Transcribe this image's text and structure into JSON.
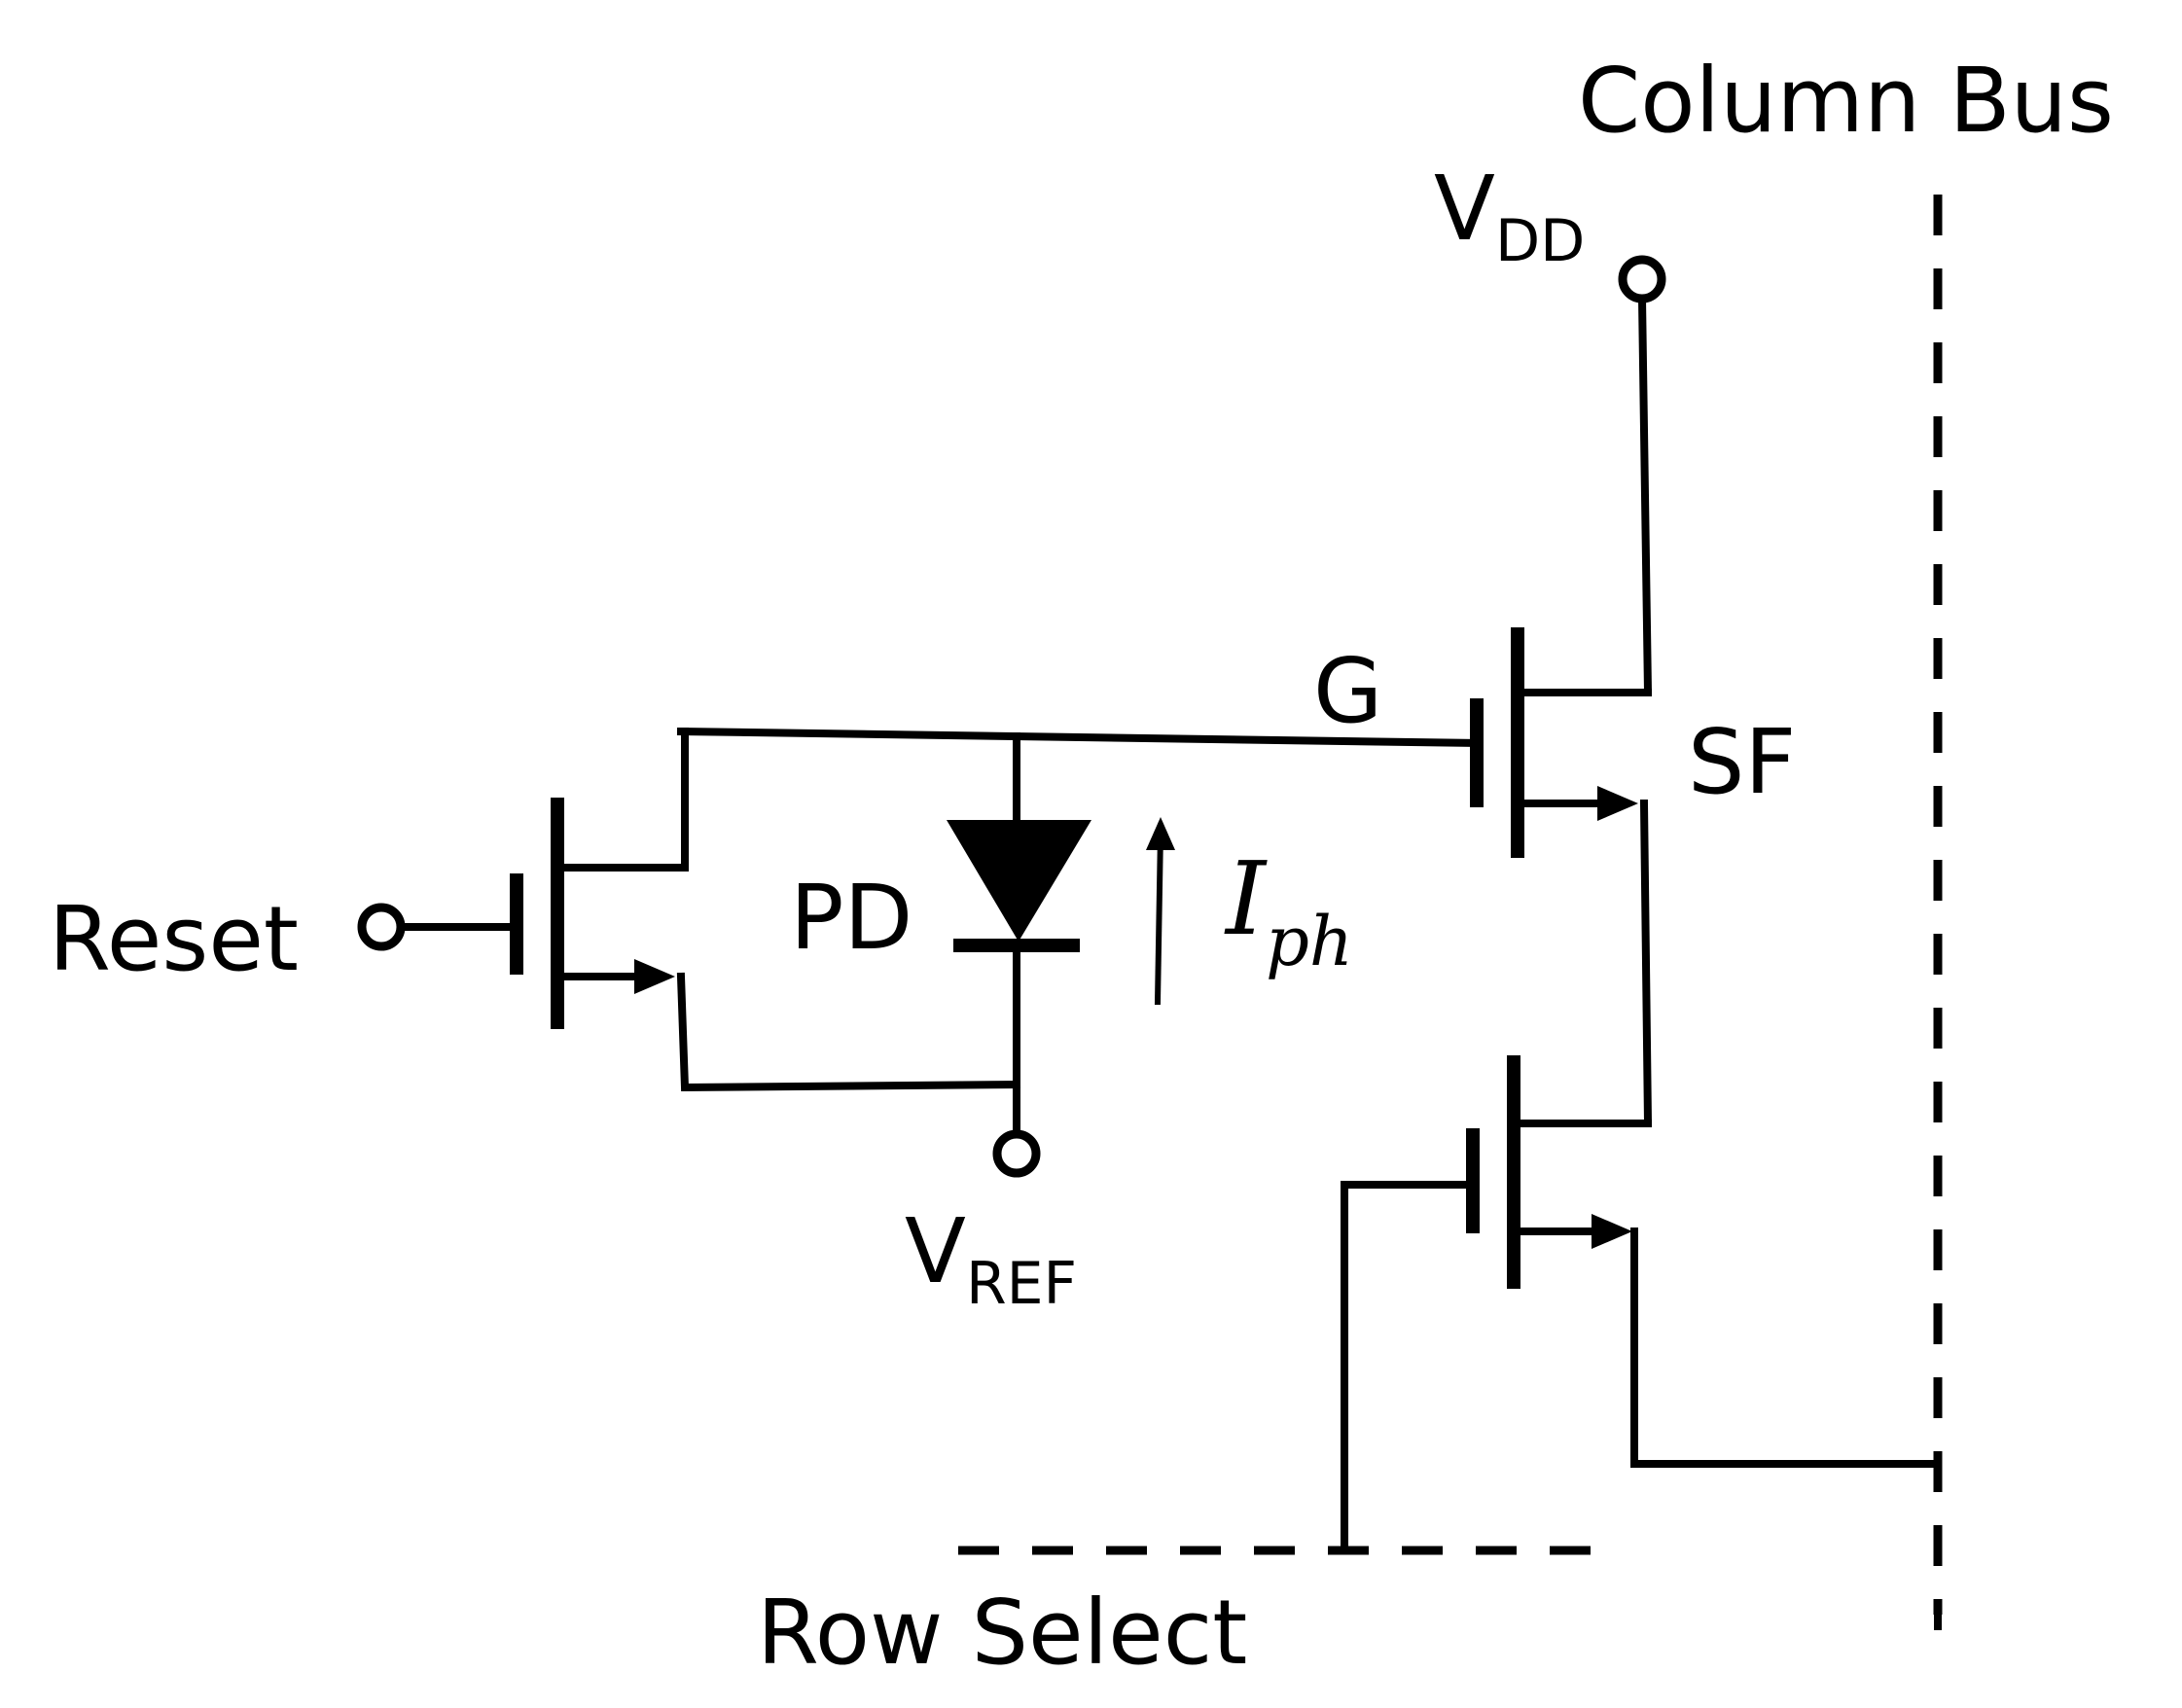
{
  "labels": {
    "column_bus": "Column Bus",
    "vdd_main": "V",
    "vdd_sub": "DD",
    "sf": "SF",
    "g": "G",
    "reset": "Reset",
    "pd": "PD",
    "iph_main": "I",
    "iph_sub": "ph",
    "vref_main": "V",
    "vref_sub": "REF",
    "row_select": "Row Select"
  },
  "colors": {
    "ink": "#000000",
    "background": "#ffffff"
  }
}
